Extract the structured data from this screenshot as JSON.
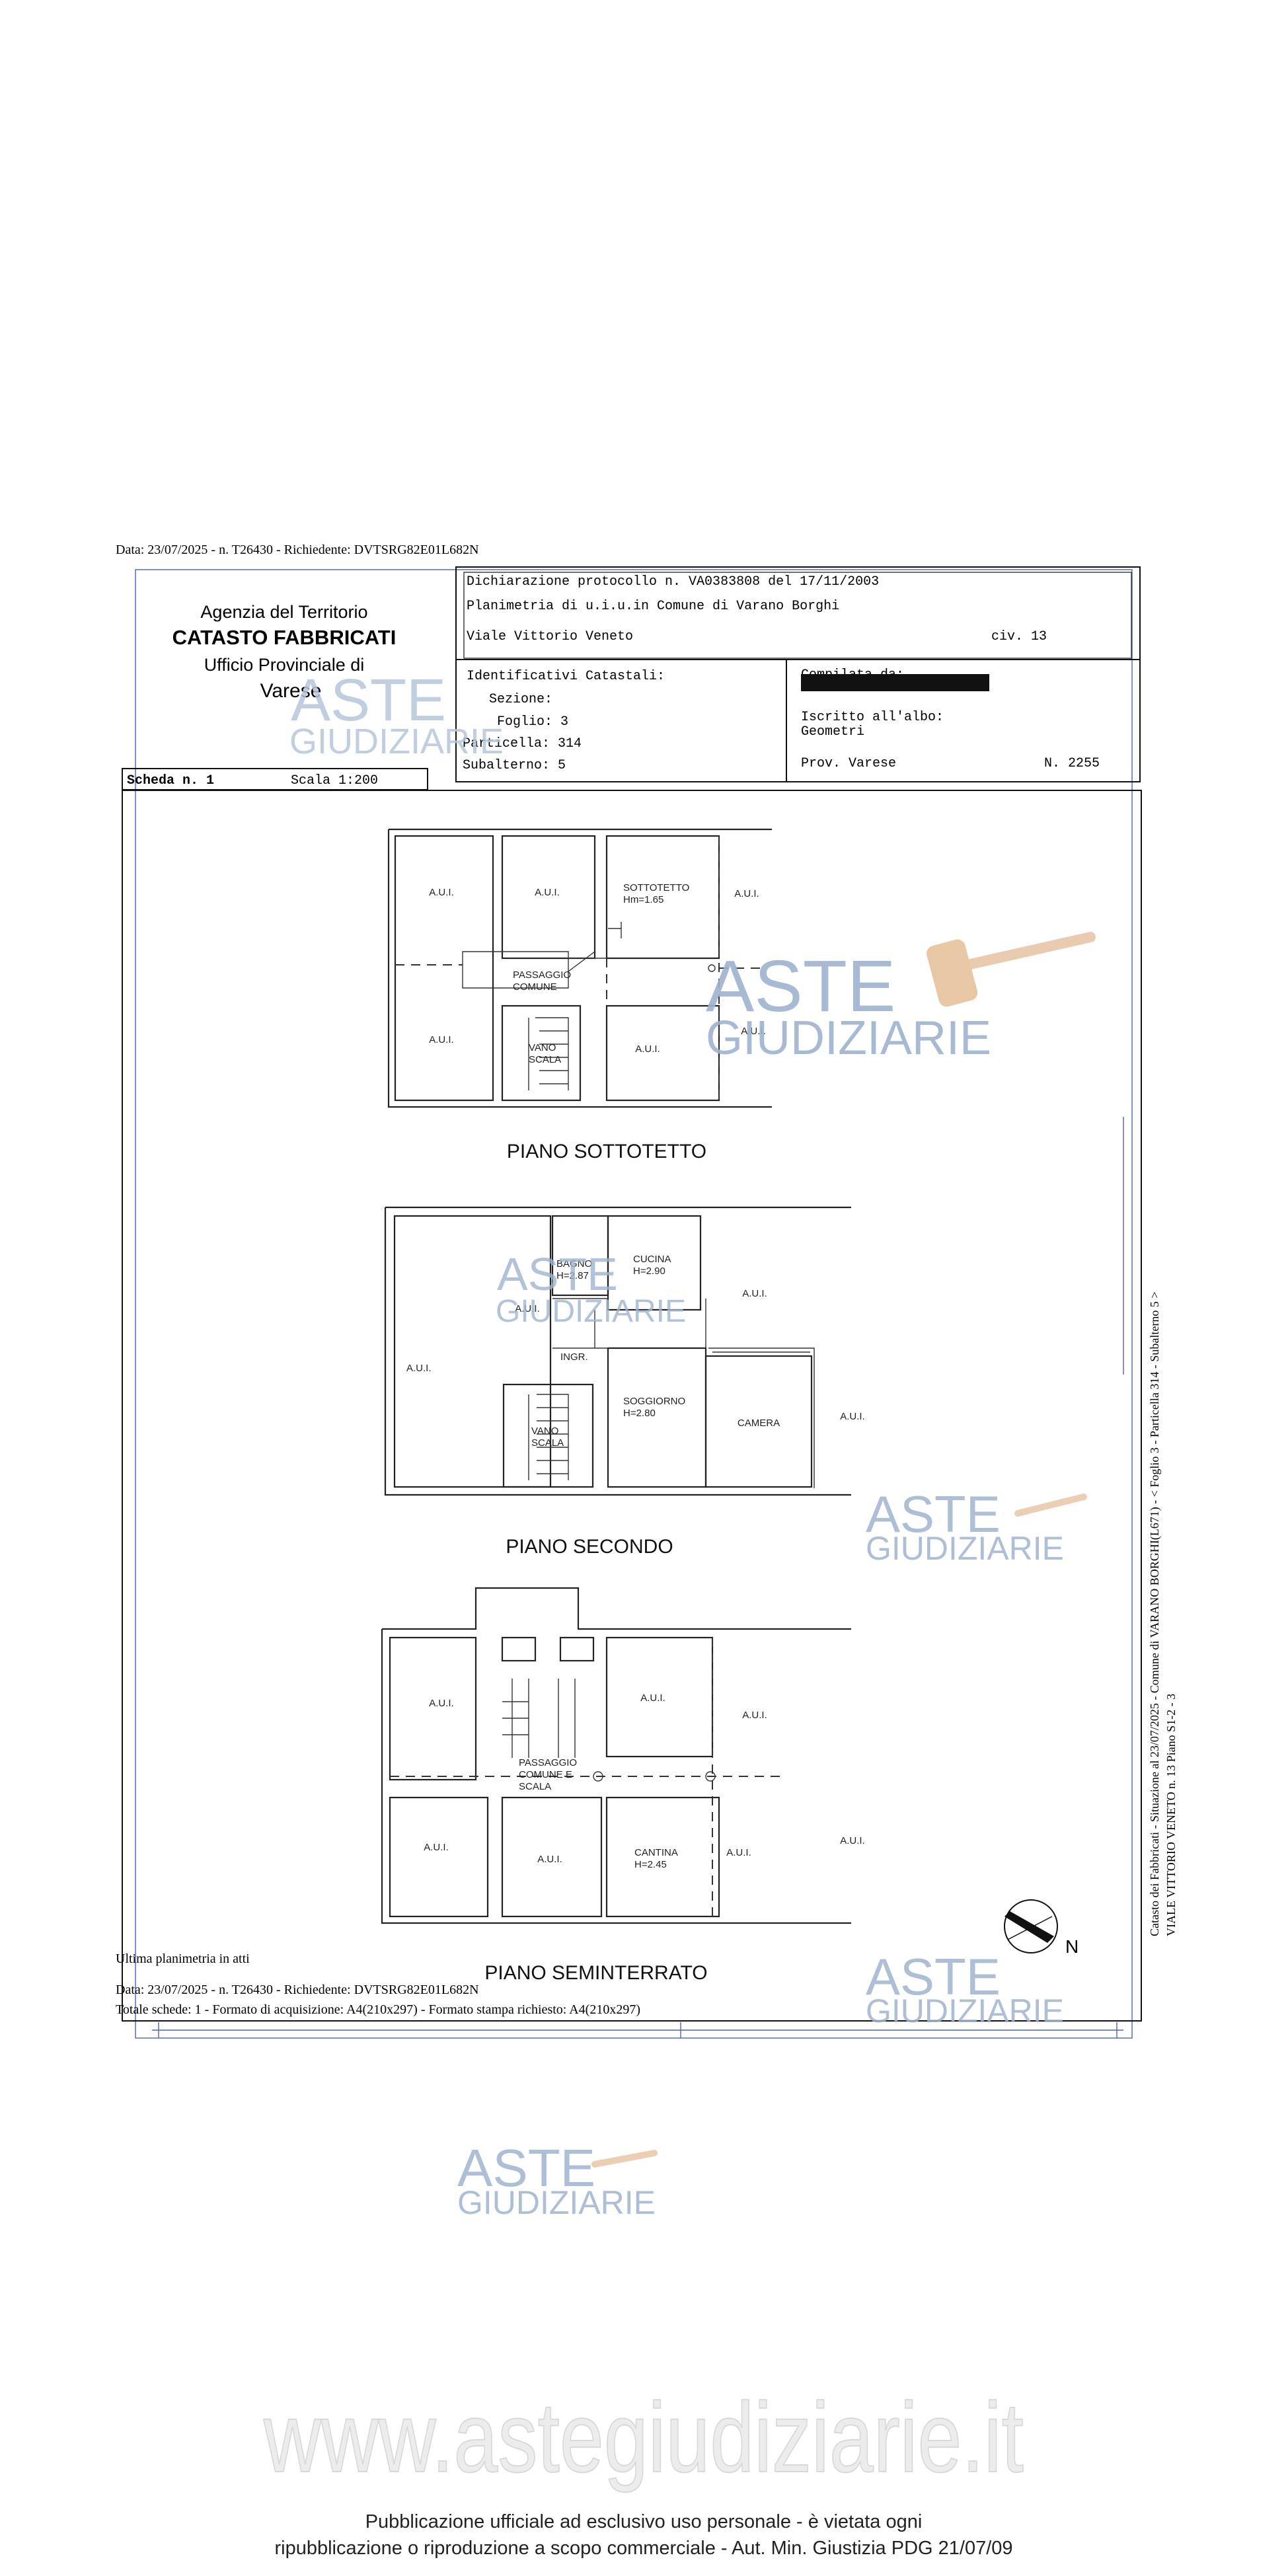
{
  "top_header": "Data: 23/07/2025 - n. T26430 - Richiedente: DVTSRG82E01L682N",
  "agency": {
    "line1": "Agenzia del Territorio",
    "line2": "CATASTO FABBRICATI",
    "line3": "Ufficio Provinciale di",
    "line4": "Varese"
  },
  "declaration": {
    "protocol": "Dichiarazione protocollo n. VA0383808 del  17/11/2003",
    "plan": "Planimetria di u.i.u.in Comune di Varano Borghi",
    "street": "Viale Vittorio Veneto",
    "civ": "civ. 13"
  },
  "identifiers": {
    "heading": "Identificativi Catastali:",
    "sezione": "Sezione:",
    "foglio": "Foglio: 3",
    "particella": "Particella: 314",
    "subalterno": "Subalterno: 5"
  },
  "compiler": {
    "heading": "Compilata da:",
    "albo": "Iscritto all'albo:",
    "role": "Geometri",
    "prov": "Prov. Varese",
    "number": "N.  2255"
  },
  "scheda": "Scheda n. 1",
  "scala": "Scala 1:200",
  "floors": {
    "sottotetto": {
      "title": "PIANO SOTTOTETTO",
      "rooms": [
        "A.U.I.",
        "A.U.I.",
        "SOTTOTETTO",
        "Hm=1.65",
        "A.U.I.",
        "PASSAGGIO",
        "COMUNE",
        "A.U.I.",
        "VANO",
        "SCALA",
        "A.U.I.",
        "A.U.I."
      ]
    },
    "secondo": {
      "title": "PIANO SECONDO",
      "rooms": [
        "A.U.I.",
        "BAGNO",
        "H=2.87",
        "CUCINA",
        "H=2.90",
        "A.U.I.",
        "A.U.I.",
        "INGR.",
        "VANO",
        "SCALA",
        "SOGGIORNO",
        "H=2.80",
        "CAMERA",
        "A.U.I."
      ]
    },
    "seminterrato": {
      "title": "PIANO SEMINTERRATO",
      "rooms": [
        "A.U.I.",
        "A.U.I.",
        "A.U.I.",
        "PASSAGGIO",
        "COMUNE E",
        "SCALA",
        "A.U.I.",
        "A.U.I.",
        "CANTINA",
        "H=2.45",
        "A.U.I.",
        "A.U.I."
      ]
    }
  },
  "north": "N",
  "side_text": {
    "line1": "Catasto dei Fabbricati - Situazione al 23/07/2025 - Comune di VARANO BORGHI(L671) - < Foglio 3 - Particella 314 - Subalterno 5 >",
    "line2": "VIALE VITTORIO VENETO n. 13 Piano S1-2 - 3"
  },
  "bottom_info": {
    "last": "Ultima planimetria in atti",
    "data": "Data: 23/07/2025 - n. T26430 - Richiedente: DVTSRG82E01L682N",
    "totale": "Totale schede: 1 - Formato di acquisizione: A4(210x297) - Formato stampa richiesto: A4(210x297)"
  },
  "watermark": {
    "line1": "ASTE",
    "line2": "GIUDIZIARIE"
  },
  "site_url": "www.astegiudiziarie.it",
  "publication": {
    "line1": "Pubblicazione ufficiale ad esclusivo uso personale - è vietata ogni",
    "line2": "ripubblicazione o riproduzione a scopo commerciale - Aut. Min. Giustizia PDG 21/07/09"
  }
}
